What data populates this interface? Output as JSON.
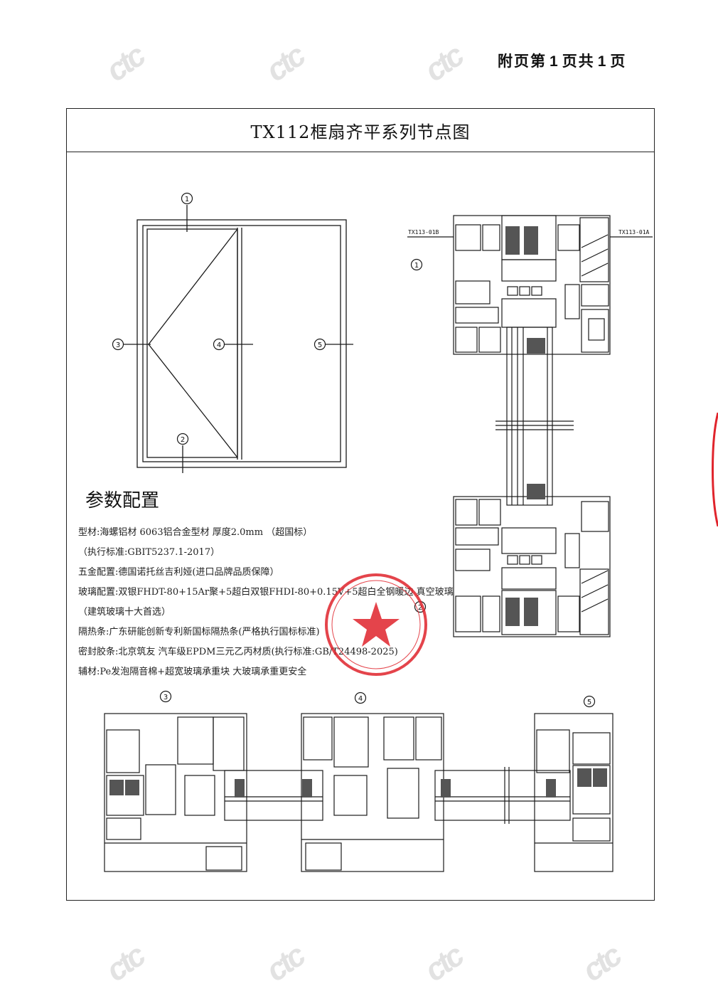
{
  "header": {
    "page_prefix": "附页第",
    "page_current": "1",
    "page_middle": "页共",
    "page_total": "1",
    "page_suffix": "页"
  },
  "drawing": {
    "title": "TX112框扇齐平系列节点图",
    "elevation_markers": [
      "1",
      "2",
      "3",
      "4",
      "5"
    ],
    "profile_label_left": "TX113-01B",
    "profile_label_right": "TX113-01A"
  },
  "params": {
    "heading": "参数配置",
    "lines": [
      "型材:海螺铝材 6063铝合金型材 厚度2.0mm （超国标）",
      "（执行标准:GBIT5237.1-2017）",
      "五金配置:德国诺托丝吉利娅(进口品牌品质保障）",
      "玻璃配置:双银FHDT-80+15Ar聚+5超白双银FHDI-80+0.15V+5超白全钢暖边 真空玻璃",
      "（建筑玻璃十大首选）",
      "隔热条:广东研能创新专利新国标隔热条(严格执行国标标准)",
      "密封胶条:北京筑友 汽车级EPDM三元乙丙材质(执行标准:GB/T24498-2025)",
      "辅材:Pe发泡隔音棉+超宽玻璃承重块 大玻璃承重更安全"
    ]
  },
  "watermark": "ctc",
  "colors": {
    "stamp": "#e0242c",
    "line": "#1a1a1a",
    "watermark": "#e2e2e2"
  }
}
